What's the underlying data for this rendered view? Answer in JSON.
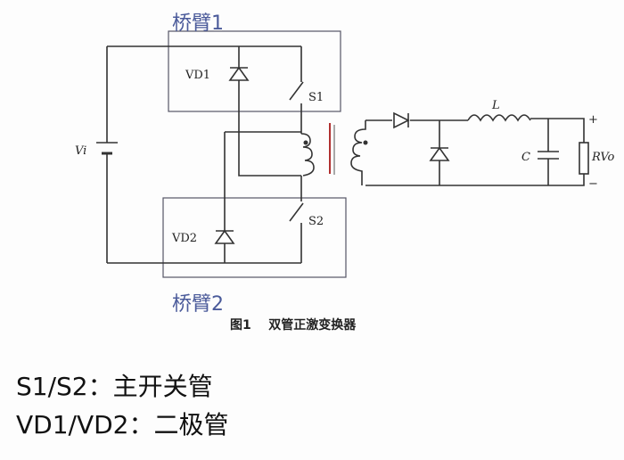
{
  "arm_labels": {
    "top": "桥臂1",
    "bottom": "桥臂2"
  },
  "caption": {
    "figure": "图1",
    "title": "双管正激变换器"
  },
  "components": {
    "source": "Vi",
    "diode1": "VD1",
    "diode2": "VD2",
    "switch1": "S1",
    "switch2": "S2",
    "inductor": "L",
    "capacitor": "C",
    "resistor": "RVo",
    "plus": "+",
    "minus": "−"
  },
  "notes": [
    "S1/S2：主开关管",
    "VD1/VD2：二极管"
  ],
  "colors": {
    "arm_label": "#4a5a9a",
    "core": "#b03030"
  }
}
